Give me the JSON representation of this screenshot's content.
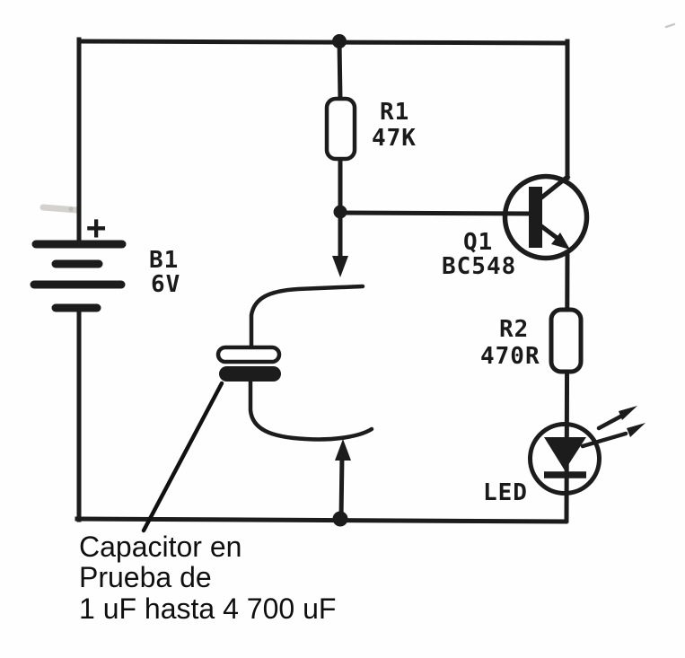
{
  "diagram": {
    "kind": "electronic-schematic",
    "ink_color": "#1c1c1c",
    "paper_color": "#fefefe",
    "battery": {
      "ref": "B1",
      "value": "6V",
      "polarity": "+",
      "symbol": "battery-two-cell"
    },
    "r1": {
      "ref": "R1",
      "value": "47K",
      "symbol": "resistor-box"
    },
    "q1": {
      "ref": "Q1",
      "part": "BC548",
      "symbol": "npn-transistor"
    },
    "r2": {
      "ref": "R2",
      "value": "470R",
      "symbol": "resistor-box"
    },
    "led": {
      "label": "LED",
      "symbol": "led-with-light-rays"
    },
    "capacitor_under_test": {
      "symbol": "polarized-capacitor-plates-with-test-probes"
    },
    "caption": {
      "line1": "Capacitor en",
      "line2": "Prueba de",
      "line3": "1 uF hasta 4 700 uF"
    }
  }
}
